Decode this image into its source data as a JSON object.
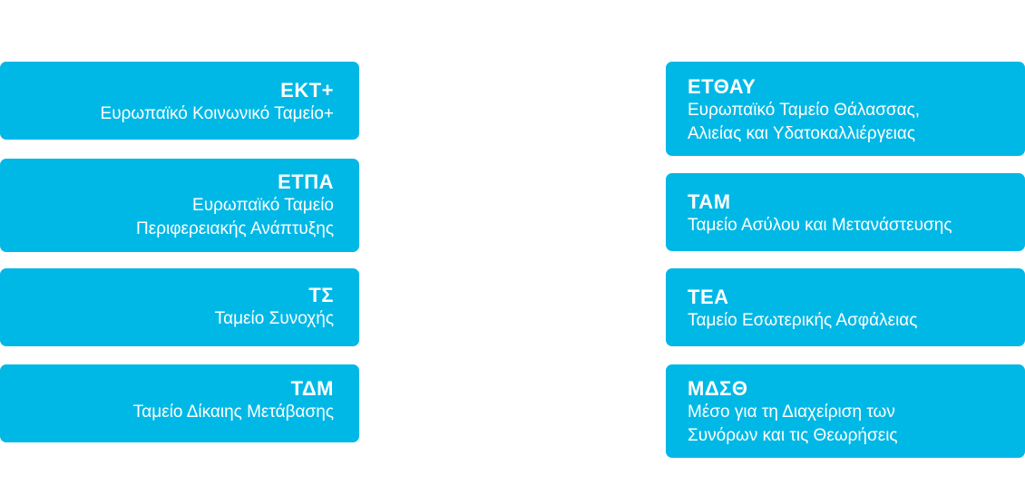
{
  "left_funds": [
    {
      "abbr": "ΕΚΤ+",
      "line1": "Ευρωπαϊκό Κοινωνικό Ταμείο+",
      "line2": ""
    },
    {
      "abbr": "ΕΤΠΑ",
      "line1": "Ευρωπαϊκό Ταμείο",
      "line2": "Περιφερειακής Ανάπτυξης"
    },
    {
      "abbr": "ΤΣ",
      "line1": "Ταμείο Συνοχής",
      "line2": ""
    },
    {
      "abbr": "ΤΔΜ",
      "line1": "Ταμείο Δίκαιης Μετάβασης",
      "line2": ""
    }
  ],
  "right_funds": [
    {
      "abbr": "ΕΤΘΑΥ",
      "line1": "Ευρωπαϊκό Ταμείο Θάλασσας,",
      "line2": "Αλιείας και Υδατοκαλλιέργειας"
    },
    {
      "abbr": "ΤΑΜ",
      "line1": "Ταμείο Ασύλου και Μετανάστευσης",
      "line2": ""
    },
    {
      "abbr": "ΤΕΑ",
      "line1": "Ταμείο Εσωτερικής Ασφάλειας",
      "line2": ""
    },
    {
      "abbr": "ΜΔΣΘ",
      "line1": "Μέσο για τη Διαχείριση των",
      "line2": "Συνόρων και τις Θεωρήσεις"
    }
  ],
  "colors": {
    "card": "#00b8e6",
    "text": "#ffffff",
    "background": "#ffffff"
  }
}
